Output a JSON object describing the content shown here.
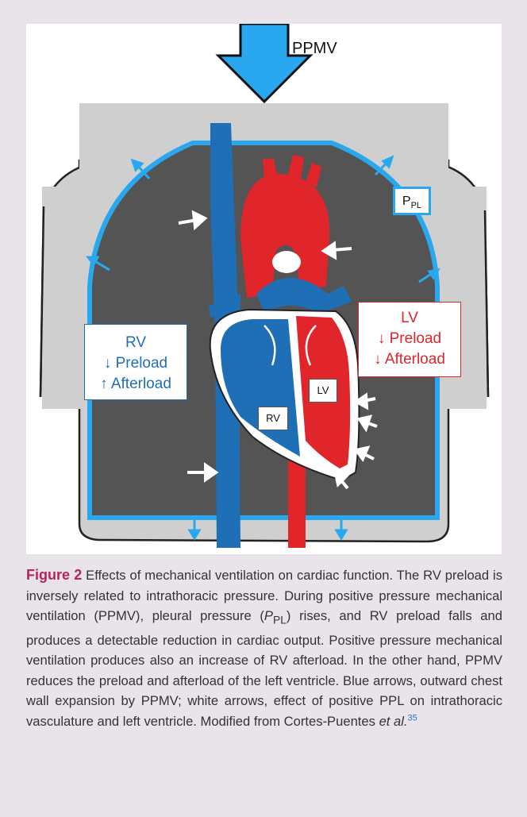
{
  "figure": {
    "ppmv_label": "PPMV",
    "ppl": {
      "main": "P",
      "sub": "PL"
    },
    "rv_box": {
      "title": "RV",
      "line1": "↓ Preload",
      "line2": "↑ Afterload"
    },
    "lv_box": {
      "title": "LV",
      "line1": "↓ Preload",
      "line2": "↓ Afterload"
    },
    "rv_chamber_label": "RV",
    "lv_chamber_label": "LV",
    "colors": {
      "background": "#e9e4e9",
      "lung": "#545454",
      "body": "#cfcfcf",
      "vein_blue": "#1e6fb5",
      "artery_red": "#e0252b",
      "pleura_arrow": "#29a8f0"
    }
  },
  "caption": {
    "label": "Figure 2",
    "part1": " Effects of mechanical ventilation on cardiac function. The RV preload is inversely related to intrathoracic pressure. During positive pressure mechanical ventilation (PPMV), pleural pressure (",
    "p_main": "P",
    "p_sub": "PL",
    "part2": ") rises, and RV preload falls and produces a detectable reduction in cardiac output. Positive pressure mechanical ventilation produces also an increase of RV afterload. In the other hand, PPMV reduces the preload and afterload of the left ventricle. Blue arrows, outward chest wall expansion by PPMV; white arrows, effect of positive PPL on intrathoracic vasculature and left ventricle. Modified from Cortes-Puentes ",
    "et_al": "et al.",
    "ref": "35"
  }
}
